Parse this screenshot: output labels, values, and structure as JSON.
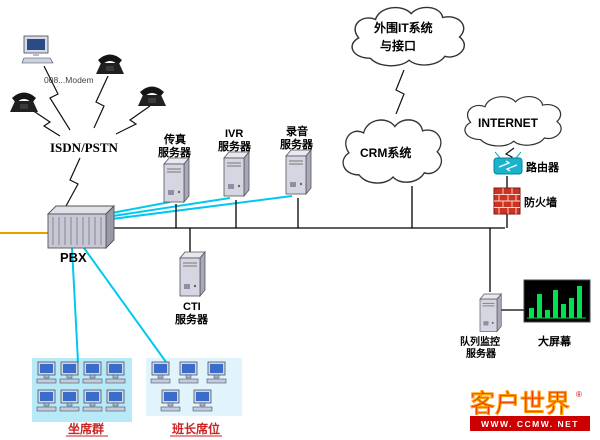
{
  "diagram": {
    "modem_label": "008...Modem",
    "isdn_pstn": "ISDN/PSTN",
    "pbx": "PBX",
    "fax_server": [
      "传真",
      "服务器"
    ],
    "ivr_server": [
      "IVR",
      "服务器"
    ],
    "record_server": [
      "录音",
      "服务器"
    ],
    "cti_server": [
      "CTI",
      "服务器"
    ],
    "external_it_cloud": [
      "外围IT系统",
      "与接口"
    ],
    "crm_cloud": "CRM系统",
    "internet_cloud": "INTERNET",
    "router": "路由器",
    "firewall": "防火墙",
    "queue_server": [
      "队列监控",
      "服务器"
    ],
    "big_screen": "大屏幕",
    "agent_group": "坐席群",
    "supervisor_group": "班长席位"
  },
  "logo": {
    "brand": "客户世界",
    "registered": "®",
    "site": "WWW. CCMW. NET"
  },
  "colors": {
    "link_cyan": "#00c8f0",
    "bus_black": "#000000",
    "agent_box": "#b8e9f7",
    "firewall_red": "#cc3322",
    "router_teal": "#19b3cc",
    "screen_green": "#00e050",
    "label_red": "#cc2222",
    "logo_red": "#dd0000",
    "orange_stub": "#e8a000"
  }
}
